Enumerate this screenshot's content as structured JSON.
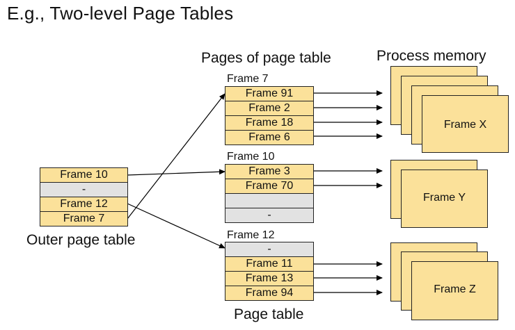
{
  "title": "E.g., Two-level Page Tables",
  "headings": {
    "pages_of_page_table": "Pages of page table",
    "process_memory": "Process memory",
    "outer_page_table": "Outer page table",
    "page_table": "Page table"
  },
  "outer_table": {
    "entries": [
      "Frame 10",
      "-",
      "Frame 12",
      "Frame 7"
    ]
  },
  "page_tables": [
    {
      "label": "Frame 7",
      "entries": [
        "Frame 91",
        "Frame 2",
        "Frame 18",
        "Frame 6"
      ]
    },
    {
      "label": "Frame 10",
      "entries": [
        "Frame 3",
        "Frame 70",
        "",
        "-"
      ]
    },
    {
      "label": "Frame 12",
      "entries": [
        "-",
        "Frame 11",
        "Frame 13",
        "Frame 94"
      ]
    }
  ],
  "process_frames": [
    "Frame X",
    "Frame Y",
    "Frame Z"
  ],
  "colors": {
    "entry": "#fbe19a",
    "empty_entry": "#e2e2e2",
    "border": "#222222"
  }
}
